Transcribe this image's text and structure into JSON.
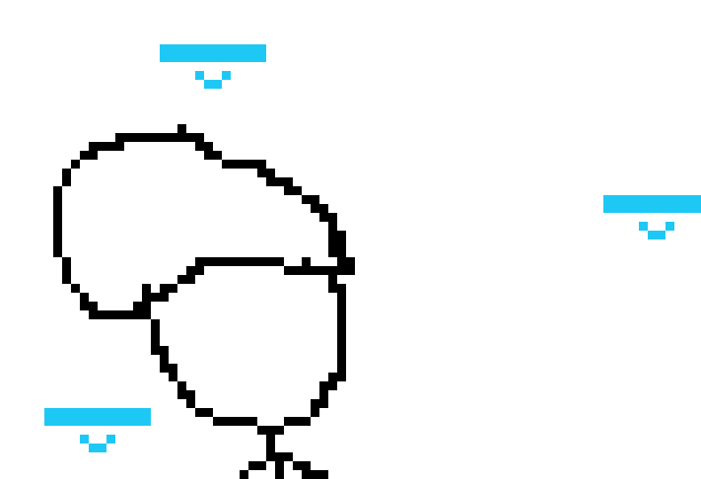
{
  "colors": {
    "background": "#ffffff",
    "ink": "#000000",
    "accent": "#1ec8f5"
  },
  "sprites": [
    {
      "kind": "cloud-platform",
      "icon": "cloud-platform-icon"
    },
    {
      "kind": "cloud-platform",
      "icon": "cloud-platform-icon"
    },
    {
      "kind": "cloud-platform",
      "icon": "cloud-platform-icon"
    }
  ],
  "drawing": {
    "kind": "pixel-line-drawing",
    "icon": "doodle-creature-icon"
  }
}
